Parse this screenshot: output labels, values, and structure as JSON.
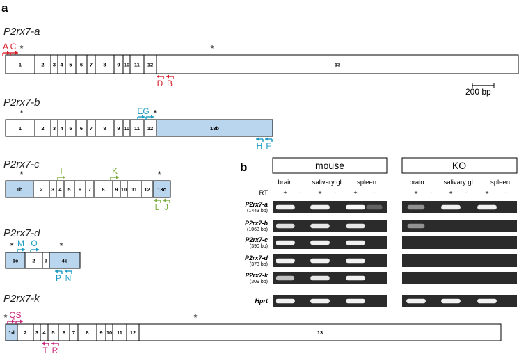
{
  "panel_a": {
    "label": "a"
  },
  "panel_b": {
    "label": "b"
  },
  "genes": {
    "a": {
      "name": "P2rx7-a",
      "exons": [
        "1",
        "2",
        "3",
        "4",
        "5",
        "6",
        "7",
        "8",
        "9",
        "10",
        "11",
        "12",
        "13"
      ]
    },
    "b": {
      "name": "P2rx7-b",
      "exons": [
        "1",
        "2",
        "3",
        "4",
        "5",
        "6",
        "7",
        "8",
        "9",
        "10",
        "11",
        "12",
        "13b"
      ]
    },
    "c": {
      "name": "P2rx7-c",
      "exons": [
        "1b",
        "2",
        "3",
        "4",
        "5",
        "6",
        "7",
        "8",
        "9",
        "10",
        "11",
        "12",
        "13c"
      ]
    },
    "d": {
      "name": "P2rx7-d",
      "exons": [
        "1c",
        "2",
        "3",
        "4b"
      ]
    },
    "k": {
      "name": "P2rx7-k",
      "exons": [
        "1d",
        "2",
        "3",
        "4",
        "5",
        "6",
        "7",
        "8",
        "9",
        "10",
        "11",
        "12",
        "13"
      ]
    }
  },
  "primers": {
    "a_fwd": "A C",
    "a_rev_d": "D",
    "a_rev_b": "B",
    "b_fwd": "EG",
    "b_rev_h": "H",
    "b_rev_f": "F",
    "c_fwd_i": "I",
    "c_fwd_k": "K",
    "c_rev_l": "L",
    "c_rev_j": "J",
    "d_fwd_m": "M",
    "d_fwd_o": "O",
    "d_rev_p": "P",
    "d_rev_n": "N",
    "k_fwd": "QS",
    "k_rev_t": "T",
    "k_rev_r": "R"
  },
  "star": "*",
  "scalebar": {
    "label": "200 bp"
  },
  "colors": {
    "red": "#d6202a",
    "blue": "#1d9bc2",
    "green": "#7dad3f",
    "magenta": "#c8237b",
    "exon_fill": "#b9d6ee"
  },
  "gel": {
    "groups": [
      "mouse",
      "KO"
    ],
    "columns": [
      "brain",
      "salivary gl.",
      "spleen"
    ],
    "rt_label": "RT",
    "plus": "+",
    "minus": "-",
    "rows": [
      {
        "name": "P2rx7-a",
        "size": "(1443 bp)",
        "mouse": [
          0.95,
          0,
          0.95,
          0,
          1.0,
          0.2
        ],
        "ko": [
          0.45,
          0,
          0.95,
          0,
          0.95,
          0
        ]
      },
      {
        "name": "P2rx7-b",
        "size": "(1063 bp)",
        "mouse": [
          0.85,
          0,
          0.9,
          0,
          0.9,
          0
        ],
        "ko": [
          0.45,
          0,
          0,
          0,
          0,
          0
        ]
      },
      {
        "name": "P2rx7-c",
        "size": "(390 bp)",
        "mouse": [
          0.95,
          0,
          0.95,
          0,
          0.95,
          0
        ],
        "ko": [
          0,
          0,
          0,
          0,
          0,
          0
        ]
      },
      {
        "name": "P2rx7-d",
        "size": "(373 bp)",
        "mouse": [
          0.95,
          0,
          0.95,
          0,
          0.95,
          0
        ],
        "ko": [
          0,
          0,
          0,
          0,
          0,
          0
        ]
      },
      {
        "name": "P2rx7-k",
        "size": "(309 bp)",
        "mouse": [
          0.7,
          0,
          0.9,
          0,
          0.95,
          0
        ],
        "ko": [
          0,
          0,
          0,
          0,
          0,
          0
        ]
      },
      {
        "name": "Hprt",
        "size": "",
        "mouse": [
          0.95,
          0,
          0.95,
          0,
          0.95,
          0
        ],
        "ko": [
          0.95,
          0,
          0.95,
          0,
          0.95,
          0
        ]
      }
    ]
  }
}
